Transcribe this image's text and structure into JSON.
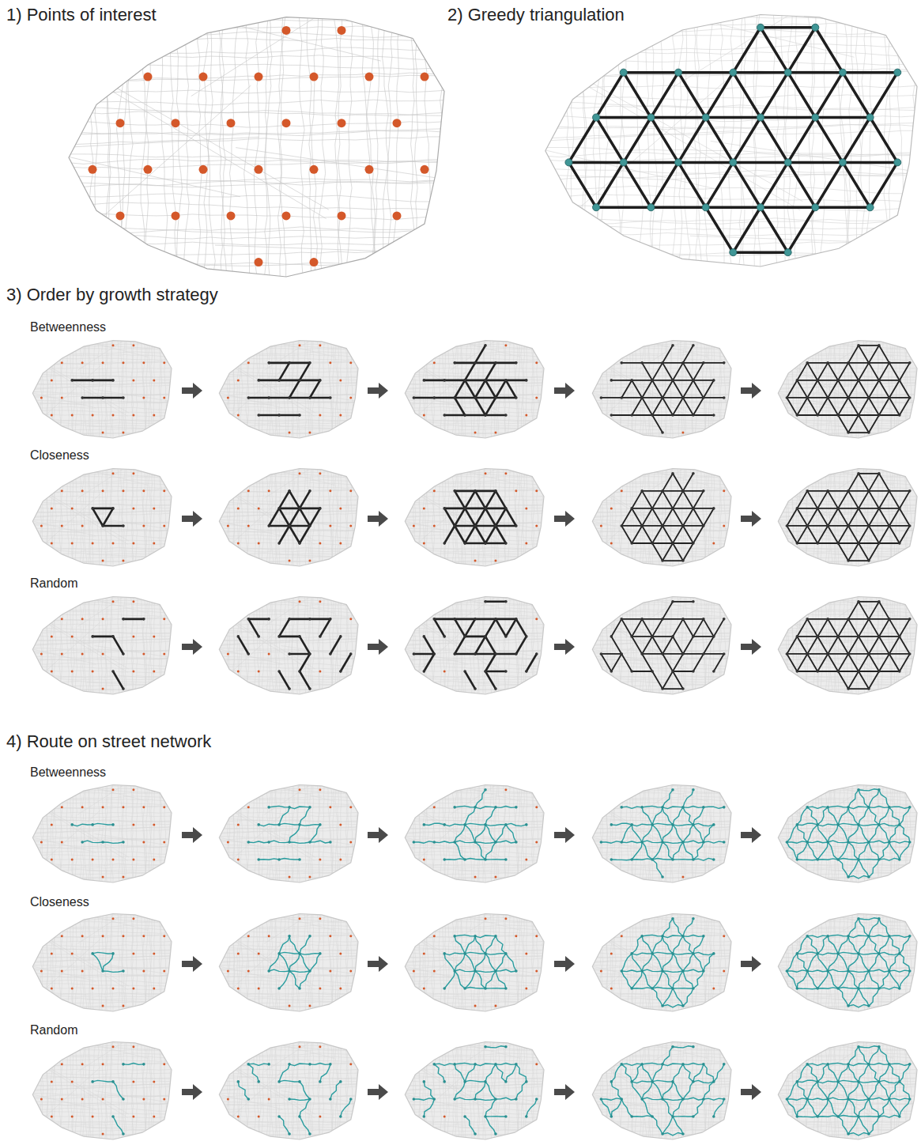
{
  "diagram": {
    "labels": [
      "1) Points of interest",
      "2) Greedy triangulation",
      "3) Order by growth strategy",
      "Betweenness",
      "Closeness",
      "Random",
      "4) Route on street network",
      "Betweenness",
      "Closeness",
      "Random"
    ]
  }
}
